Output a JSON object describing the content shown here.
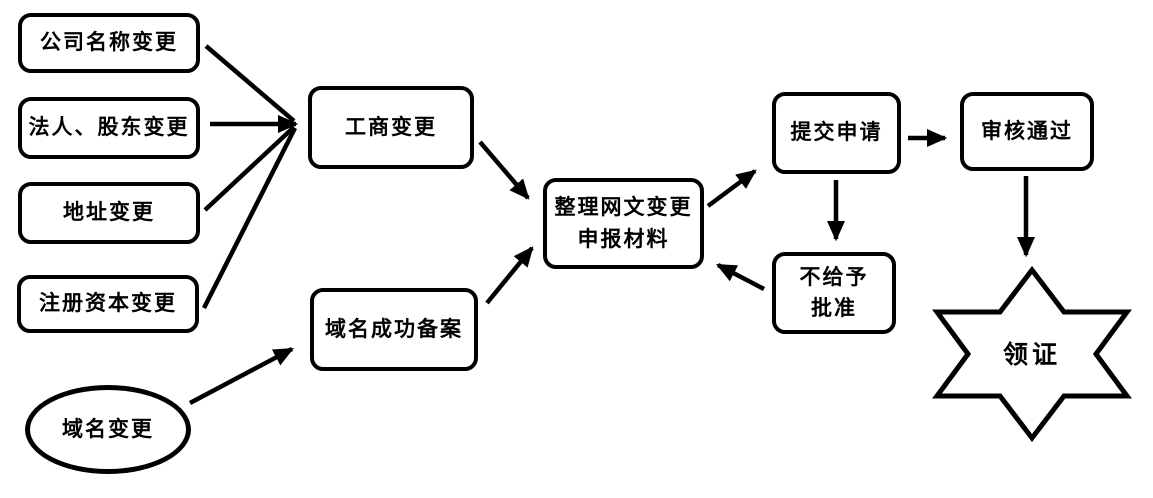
{
  "colors": {
    "stroke": "#000000",
    "background": "#ffffff"
  },
  "nodes": {
    "company": {
      "label": "公司名称变更"
    },
    "legal": {
      "label": "法人、股东变更"
    },
    "address": {
      "label": "地址变更"
    },
    "capital": {
      "label": "注册资本变更"
    },
    "domain_change": {
      "label": "域名变更"
    },
    "business_change": {
      "label": "工商变更"
    },
    "domain_filed": {
      "label": "域名成功备案"
    },
    "prepare": {
      "line1": "整理网文变更",
      "line2": "申报材料"
    },
    "submit": {
      "label": "提交申请"
    },
    "approved": {
      "label": "审核通过"
    },
    "denied": {
      "line1": "不给予",
      "line2": "批准"
    },
    "certificate": {
      "label": "领证"
    }
  },
  "edges": [
    {
      "from": "公司名称变更",
      "to": "工商变更"
    },
    {
      "from": "法人、股东变更",
      "to": "工商变更"
    },
    {
      "from": "地址变更",
      "to": "工商变更"
    },
    {
      "from": "注册资本变更",
      "to": "工商变更"
    },
    {
      "from": "域名变更",
      "to": "域名成功备案"
    },
    {
      "from": "工商变更",
      "to": "整理网文变更申报材料"
    },
    {
      "from": "域名成功备案",
      "to": "整理网文变更申报材料"
    },
    {
      "from": "整理网文变更申报材料",
      "to": "提交申请"
    },
    {
      "from": "提交申请",
      "to": "审核通过"
    },
    {
      "from": "提交申请",
      "to": "不给予批准"
    },
    {
      "from": "不给予批准",
      "to": "整理网文变更申报材料"
    },
    {
      "from": "审核通过",
      "to": "领证"
    }
  ]
}
